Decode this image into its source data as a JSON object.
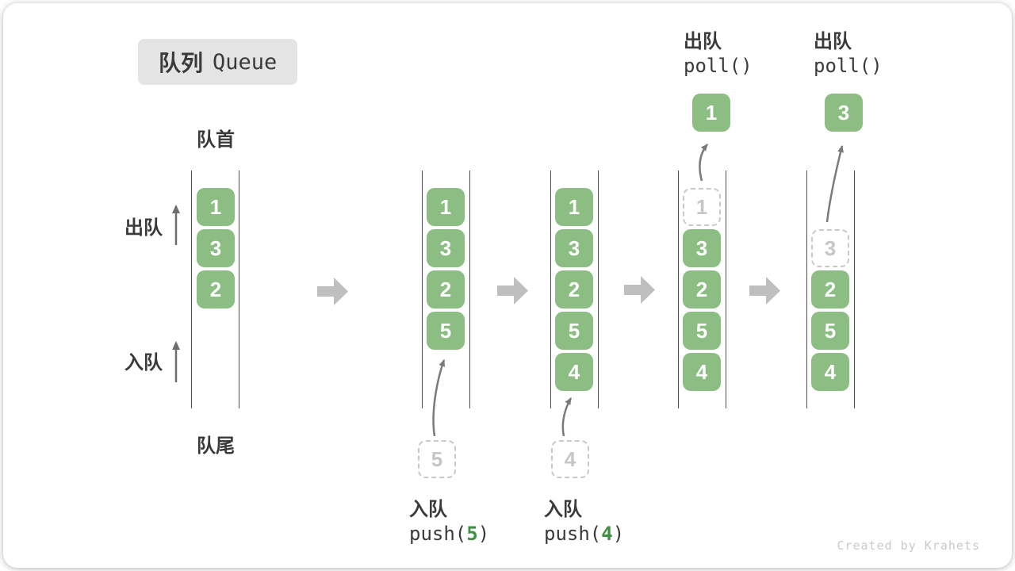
{
  "badge": {
    "title_zh": "队列",
    "title_en": "Queue"
  },
  "side_labels": {
    "front": "队首",
    "rear": "队尾",
    "dequeue": "出队",
    "enqueue": "入队"
  },
  "watermark": "Created by Krahets",
  "colors": {
    "box_green": "#8CBE83",
    "accent_green": "#3E9142",
    "badge_bg": "#E4E4E4",
    "text_dark": "#3A3A3A",
    "muted_gray": "#C6C6C6",
    "block_arrow_gray": "#BFBFBF",
    "curve_arrow_gray": "#7A7A7A"
  },
  "states": [
    {
      "slots": [
        {
          "value": "1"
        },
        {
          "value": "3"
        },
        {
          "value": "2"
        }
      ]
    },
    {
      "slots": [
        {
          "value": "1"
        },
        {
          "value": "3"
        },
        {
          "value": "2"
        },
        {
          "value": "5"
        }
      ],
      "operation": {
        "label": "入队",
        "code_pre": "push(",
        "arg": "5",
        "code_post": ")",
        "staged": "5"
      }
    },
    {
      "slots": [
        {
          "value": "1"
        },
        {
          "value": "3"
        },
        {
          "value": "2"
        },
        {
          "value": "5"
        },
        {
          "value": "4"
        }
      ],
      "operation": {
        "label": "入队",
        "code_pre": "push(",
        "arg": "4",
        "code_post": ")",
        "staged": "4"
      }
    },
    {
      "slots": [
        {
          "value": "1",
          "removed": true
        },
        {
          "value": "3"
        },
        {
          "value": "2"
        },
        {
          "value": "5"
        },
        {
          "value": "4"
        }
      ],
      "operation": {
        "label": "出队",
        "code": "poll()",
        "polled": "1"
      }
    },
    {
      "slots": [
        {
          "value": "3",
          "removed": true
        },
        {
          "value": "2"
        },
        {
          "value": "5"
        },
        {
          "value": "4"
        }
      ],
      "operation": {
        "label": "出队",
        "code": "poll()",
        "polled": "3"
      }
    }
  ]
}
